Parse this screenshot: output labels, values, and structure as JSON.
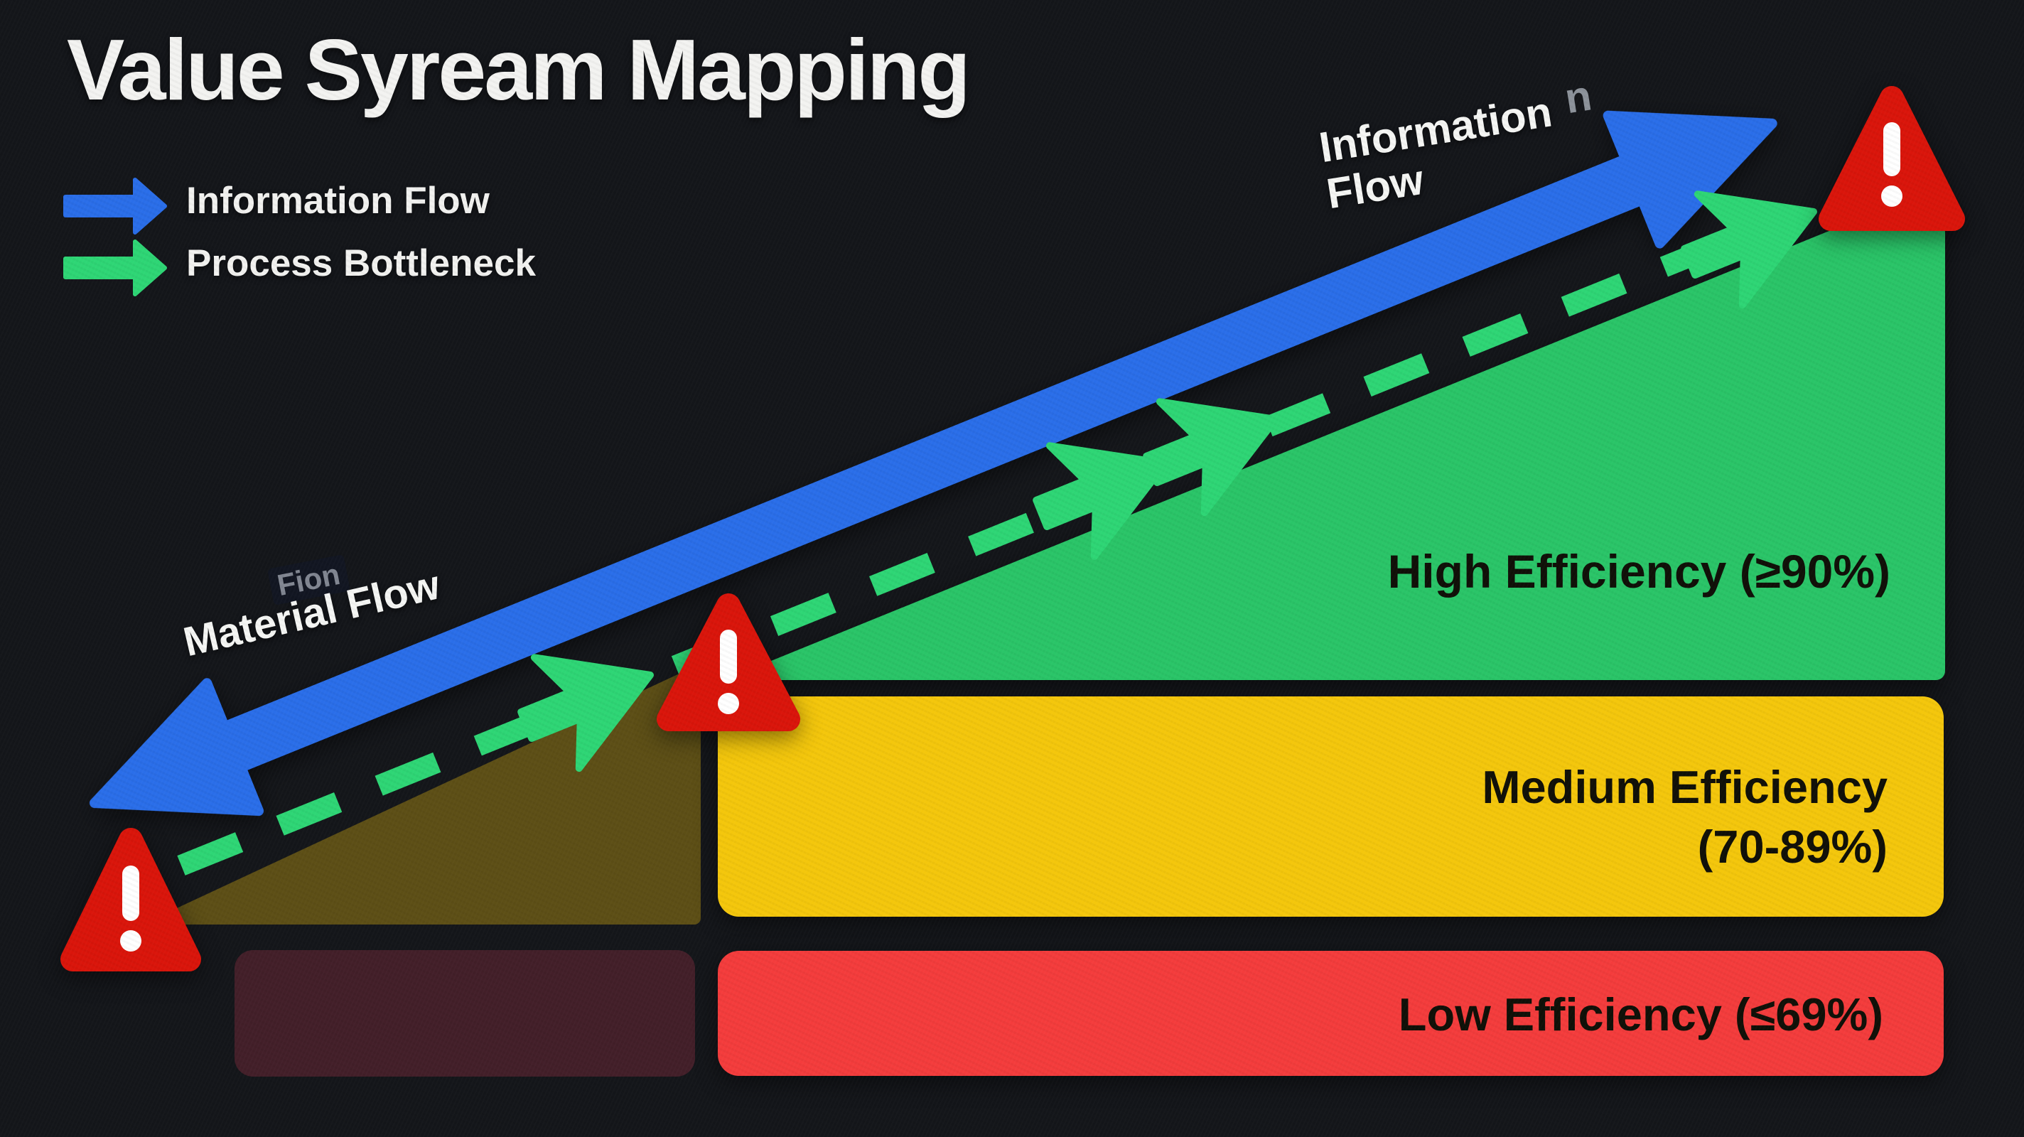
{
  "title": "Value Syream Mapping",
  "legend": {
    "information_flow_label": "Information Flow",
    "process_bottleneck_label": "Process Bottleneck"
  },
  "arrow_labels": {
    "information_line1": "Information",
    "information_line2": "Flow",
    "information_ghost_artifact": "n",
    "material": "Material Flow",
    "material_ghost_artifact": "Fion"
  },
  "zones": {
    "high_label": "High Efficiency (≥90%)",
    "medium_label_line1": "Medium Efficiency",
    "medium_label_line2": "(70-89%)",
    "low_label": "Low Efficiency (≤69%)"
  },
  "warning_symbol": "!",
  "colors": {
    "background": "#14161a",
    "text_light": "#f3f3f1",
    "text_dark": "#101008",
    "information_flow": "#2a6ee9",
    "bottleneck": "#2ed675",
    "high": "#2ac568",
    "medium": "#f4c70c",
    "low": "#f43c3c",
    "medium_muted": "#645416",
    "low_muted": "#46202a",
    "warning": "#da150b",
    "warning_symbol": "#ffffff"
  }
}
